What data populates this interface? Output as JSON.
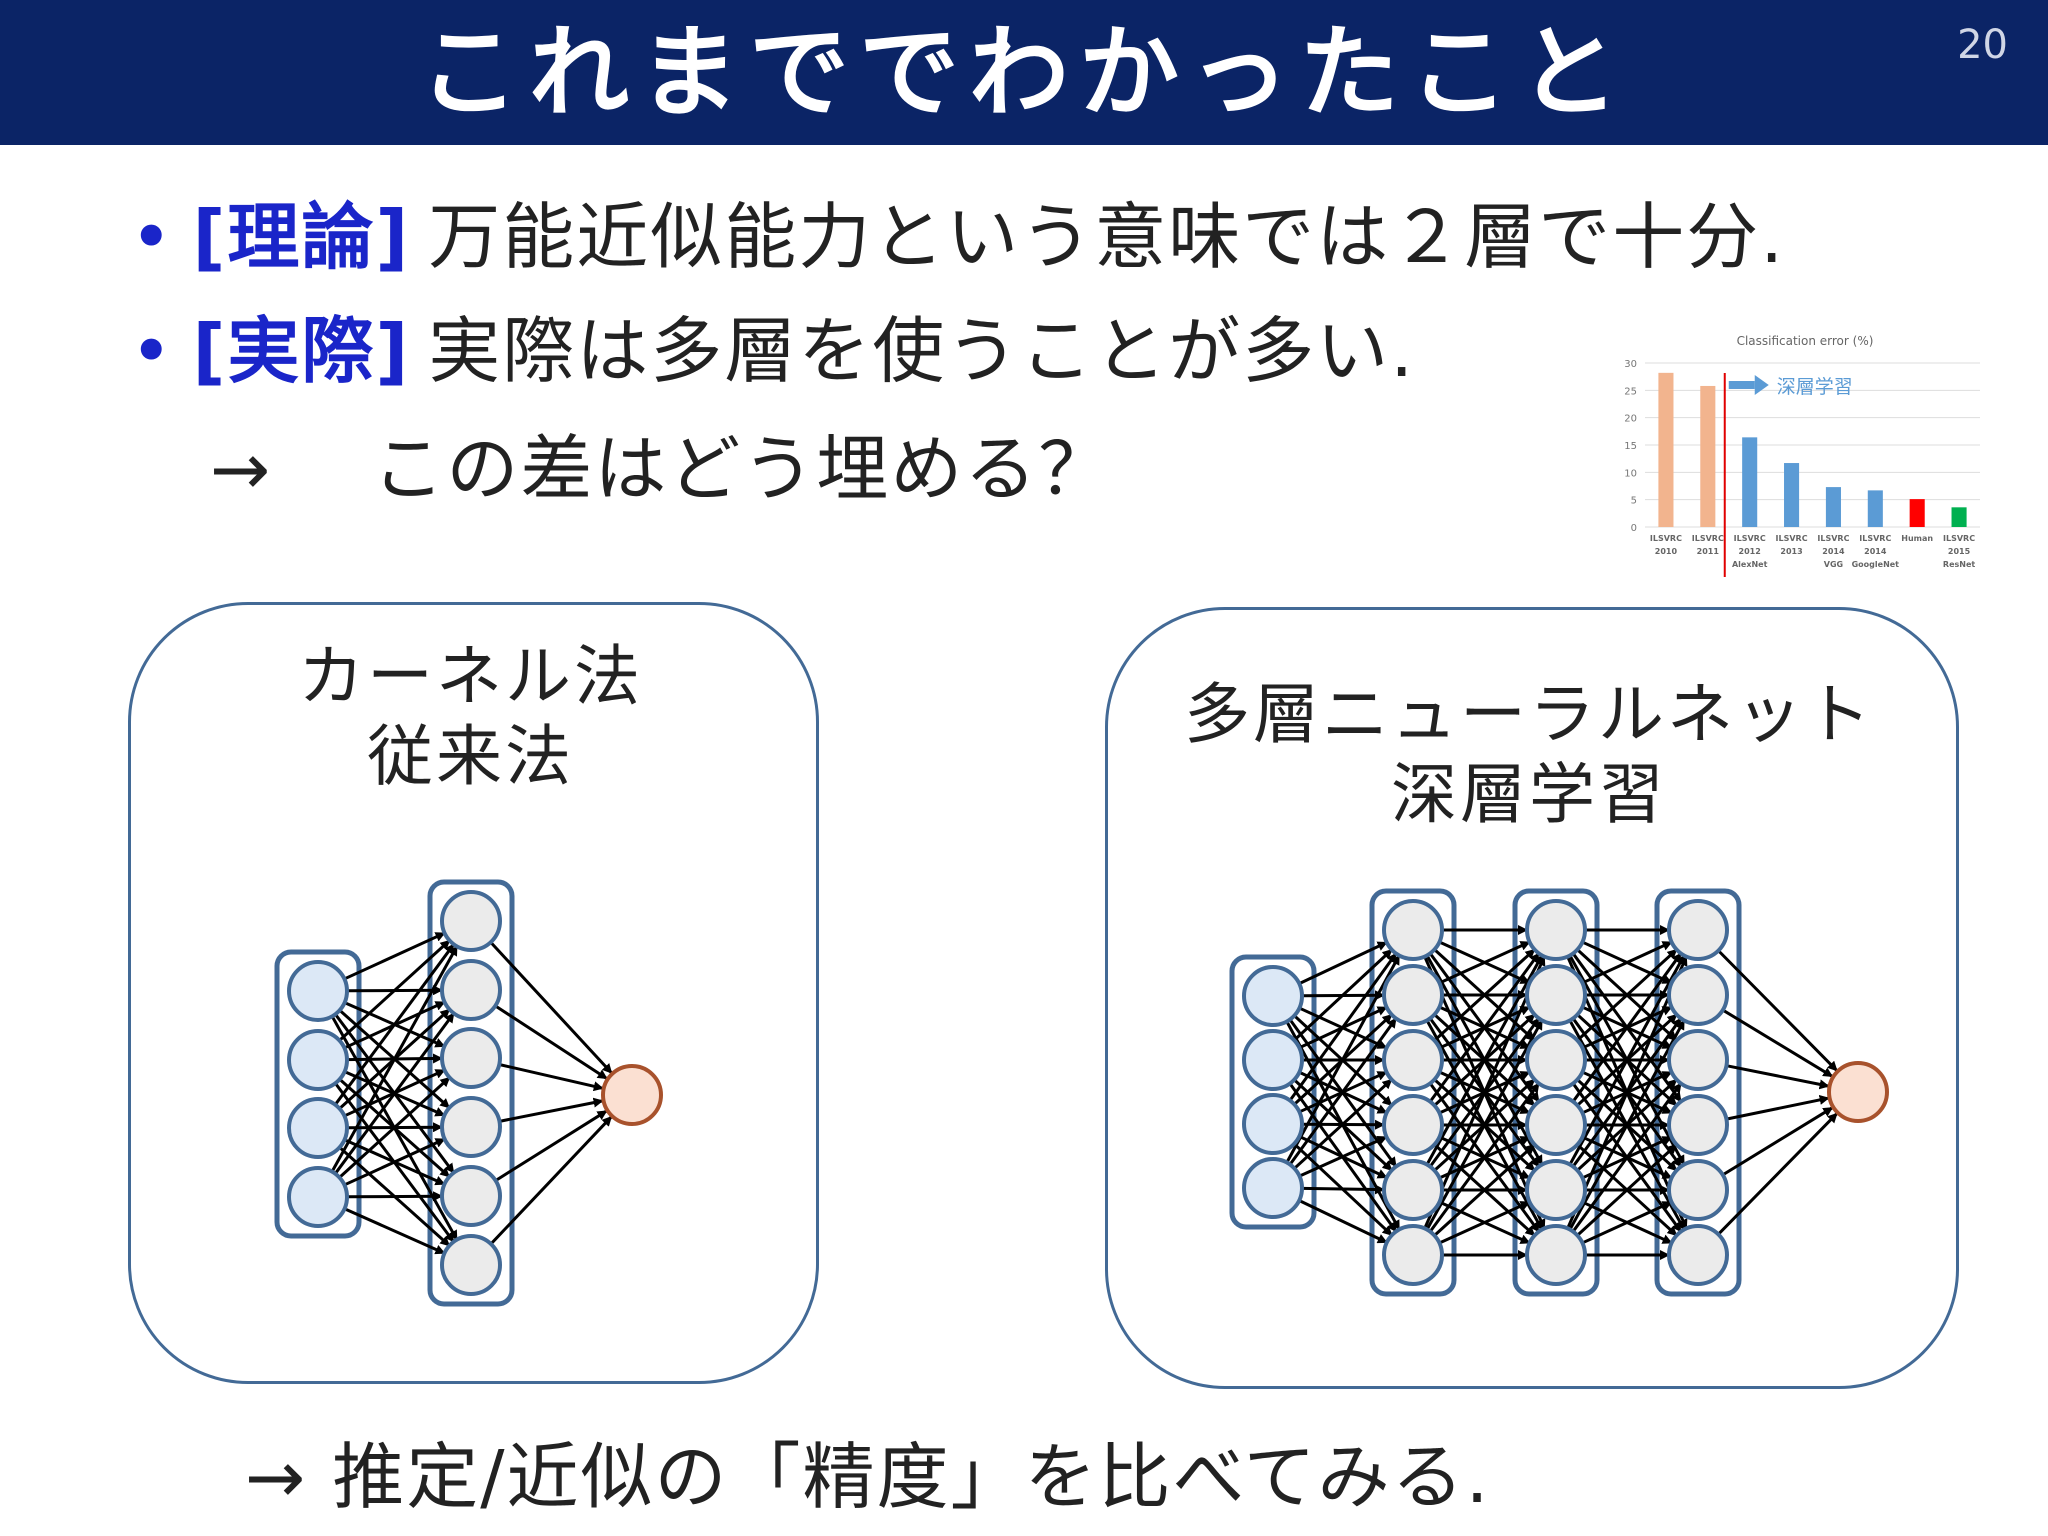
{
  "slide": {
    "title": "これまででわかったこと",
    "page_number": "20"
  },
  "bullets": [
    {
      "tag": "[理論]",
      "text": "万能近似能力という意味では２層で十分."
    },
    {
      "tag": "[実際]",
      "text": "実際は多層を使うことが多い."
    }
  ],
  "question_line": {
    "arrow": "→",
    "text": "この差はどう埋める？"
  },
  "left_box": {
    "line1": "カーネル法",
    "line2": "従来法"
  },
  "right_box": {
    "line1": "多層ニューラルネット",
    "line2": "深層学習"
  },
  "bottom_line": {
    "text": "→ 推定/近似の「精度」を比べてみる."
  },
  "colors": {
    "title_bg": "#0b2466",
    "bullet_accent": "#1a25c9",
    "box_border": "#436a96",
    "input_node": "#dce8f6",
    "hidden_node": "#ebebeb",
    "output_node": "#fbe0d2",
    "output_border": "#a8522c"
  },
  "chart_data": {
    "type": "bar",
    "title": "Classification error (%)",
    "annotation": "深層学習",
    "categories": [
      "ILSVRC 2010",
      "ILSVRC 2011",
      "ILSVRC 2012",
      "ILSVRC 2013",
      "ILSVRC 2014",
      "ILSVRC 2014",
      "Human",
      "ILSVRC 2015"
    ],
    "category_lines": [
      [
        "ILSVRC",
        "2010",
        ""
      ],
      [
        "ILSVRC",
        "2011",
        ""
      ],
      [
        "ILSVRC",
        "2012",
        "AlexNet"
      ],
      [
        "ILSVRC",
        "2013",
        ""
      ],
      [
        "ILSVRC",
        "2014",
        "VGG"
      ],
      [
        "ILSVRC",
        "2014",
        "GoogleNet"
      ],
      [
        "Human",
        "",
        ""
      ],
      [
        "ILSVRC",
        "2015",
        "ResNet"
      ]
    ],
    "values": [
      28.2,
      25.8,
      16.4,
      11.7,
      7.3,
      6.7,
      5.1,
      3.6
    ],
    "bar_colors": [
      "#f2b48e",
      "#f2b48e",
      "#5b9bd5",
      "#5b9bd5",
      "#5b9bd5",
      "#5b9bd5",
      "#ff0000",
      "#00b050"
    ],
    "ylim": [
      0,
      30
    ],
    "yticks": [
      0,
      5,
      10,
      15,
      20,
      25,
      30
    ],
    "grid": true
  }
}
